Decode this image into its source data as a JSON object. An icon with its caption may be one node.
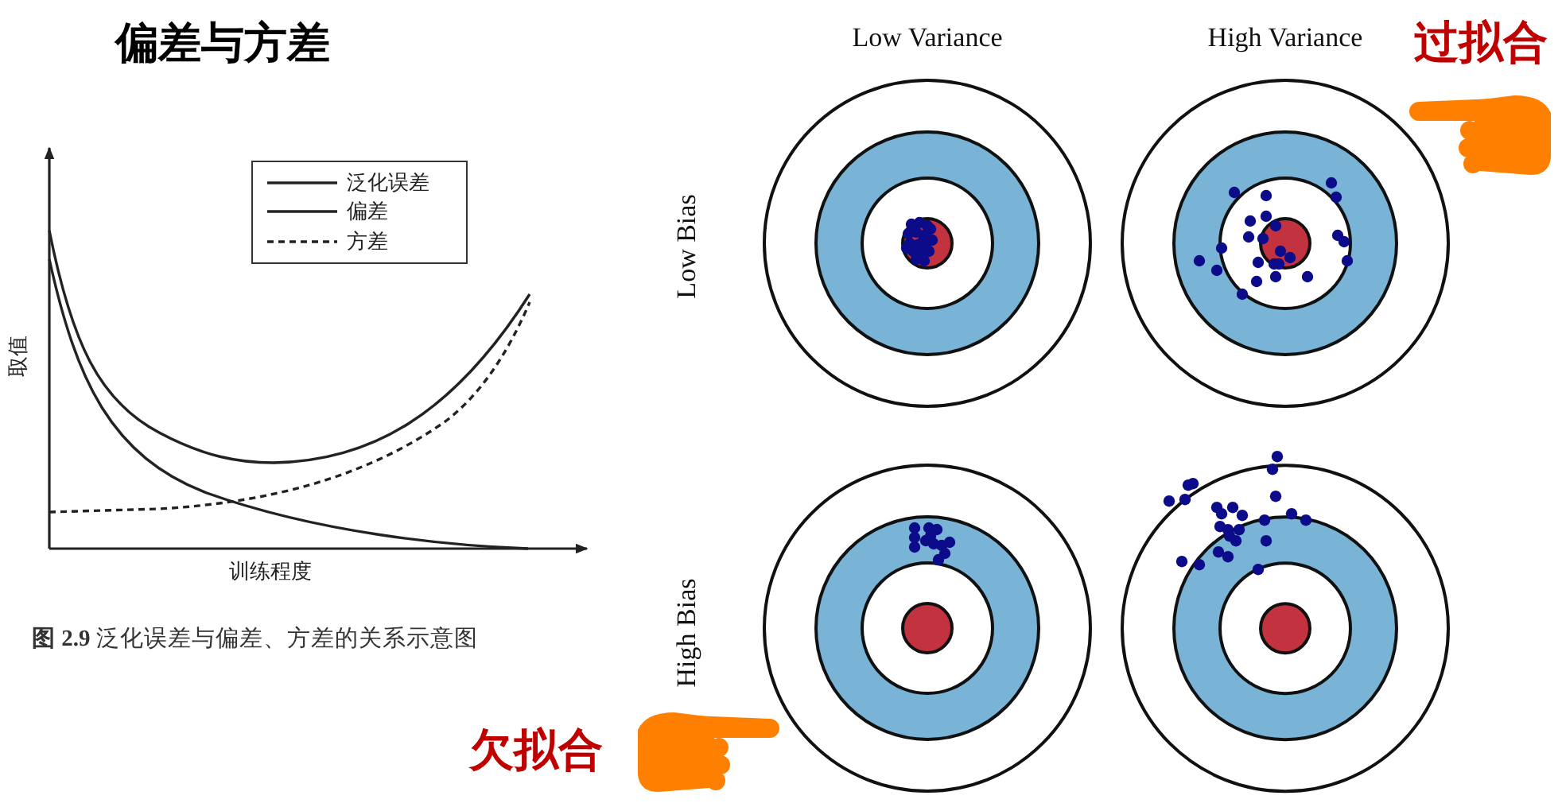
{
  "diagram": {
    "title": "偏差与方差",
    "caption": "**图 2.9** 泛化误差与偏差、方差的关系示意图",
    "labels": [
      "Low Variance",
      "High Variance",
      "过拟合",
      "Low Bias",
      "取值",
      "训练程度",
      "High Bias",
      "欠拟合"
    ],
    "legend": [
      {
        "text": "泛化误差"
      },
      {
        "text": "偏差"
      },
      {
        "text": "方差"
      }
    ]
  }
}
